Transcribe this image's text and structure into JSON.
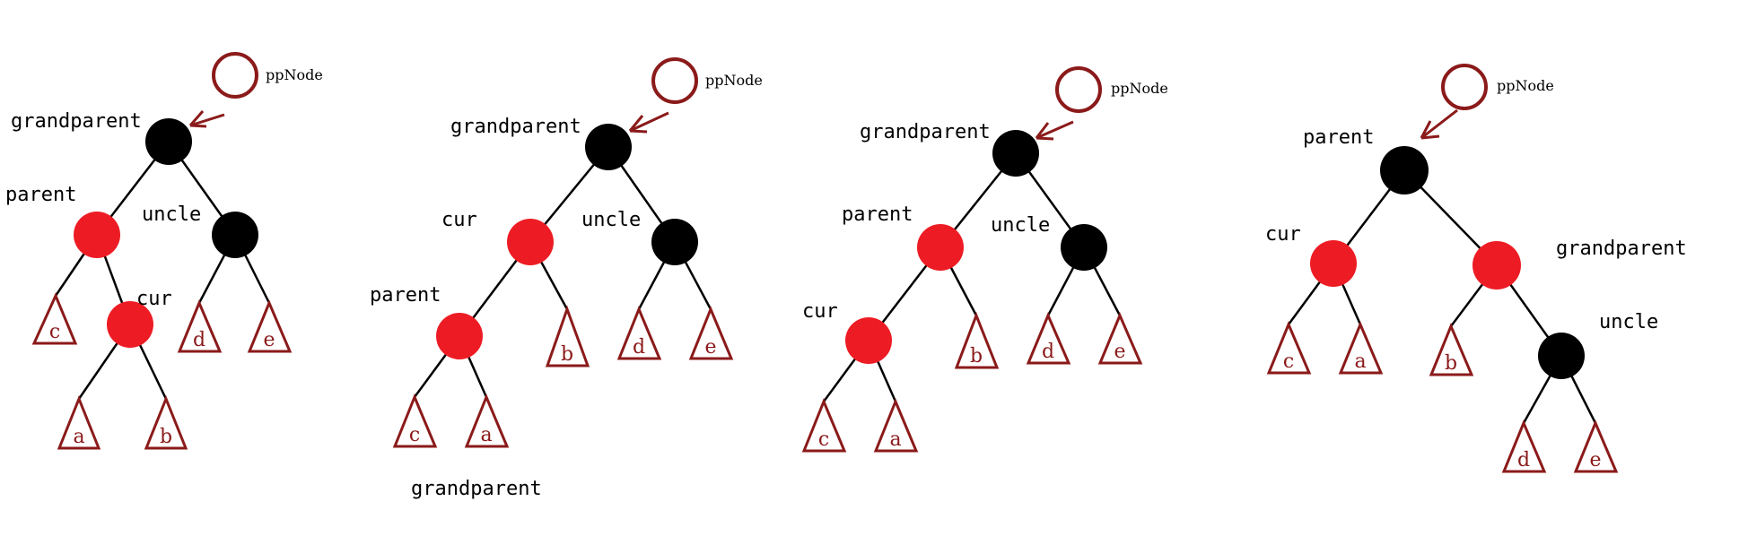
{
  "colors": {
    "black_node": "#000000",
    "red_node": "#ed1c24",
    "outline": "#8b1a1a",
    "edge": "#000000"
  },
  "panels": [
    {
      "ppnode_label": "ppNode",
      "labels": {
        "grandparent": "grandparent",
        "parent": "parent",
        "uncle": "uncle",
        "cur": "cur"
      },
      "leaves": {
        "c": "c",
        "a": "a",
        "b": "b",
        "d": "d",
        "e": "e"
      }
    },
    {
      "ppnode_label": "ppNode",
      "labels": {
        "grandparent": "grandparent",
        "parent": "parent",
        "uncle": "uncle",
        "cur": "cur",
        "grandparent_bottom": "grandparent"
      },
      "leaves": {
        "c": "c",
        "a": "a",
        "b": "b",
        "d": "d",
        "e": "e"
      }
    },
    {
      "ppnode_label": "ppNode",
      "labels": {
        "grandparent": "grandparent",
        "parent": "parent",
        "uncle": "uncle",
        "cur": "cur"
      },
      "leaves": {
        "c": "c",
        "a": "a",
        "b": "b",
        "d": "d",
        "e": "e"
      }
    },
    {
      "ppnode_label": "ppNode",
      "labels": {
        "parent": "parent",
        "cur": "cur",
        "grandparent": "grandparent",
        "uncle": "uncle"
      },
      "leaves": {
        "c": "c",
        "a": "a",
        "b": "b",
        "d": "d",
        "e": "e"
      }
    }
  ]
}
